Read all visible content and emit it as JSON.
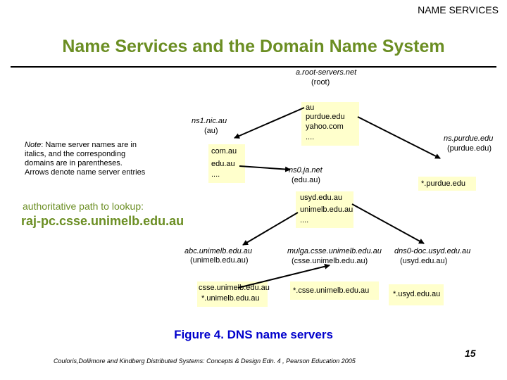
{
  "header": {
    "label": "NAME SERVICES"
  },
  "title": "Name Services and the Domain Name System",
  "note": {
    "prefix": "Note",
    "line1": ": Name server names are in",
    "line2": "italics, and the corresponding",
    "line3": "domains are in parentheses.",
    "line4": "Arrows denote name server entries"
  },
  "lookup": {
    "label": "authoritative path to lookup:",
    "value": "raj-pc.csse.unimelb.edu.au"
  },
  "servers": {
    "root": {
      "name": "a.root-servers.net",
      "domain": "(root)",
      "entries": [
        "au",
        "purdue.edu",
        "yahoo.com",
        "...."
      ]
    },
    "nic": {
      "name": "ns1.nic.au",
      "domain": "(au)",
      "entries": [
        "com.au",
        "edu.au",
        "...."
      ]
    },
    "purdue": {
      "name": "ns.purdue.edu",
      "domain": "(purdue.edu)",
      "entries": [
        "*.purdue.edu"
      ]
    },
    "ja": {
      "name": "ns0.ja.net",
      "domain": "(edu.au)",
      "entries": [
        "usyd.edu.au",
        "unimelb.edu.au",
        "...."
      ]
    },
    "unimelb": {
      "name": "abc.unimelb.edu.au",
      "domain": "(unimelb.edu.au)",
      "entries": [
        "csse.unimelb.edu.au",
        "*.unimelb.edu.au"
      ]
    },
    "mulga": {
      "name": "mulga.csse.unimelb.edu.au",
      "domain": "(csse.unimelb.edu.au)",
      "entries": [
        "*.csse.unimelb.edu.au"
      ]
    },
    "usyd": {
      "name": "dns0-doc.usyd.edu.au",
      "domain": "(usyd.edu.au)",
      "entries": [
        "*.usyd.edu.au"
      ]
    }
  },
  "caption": "Figure 4. DNS name servers",
  "citation": "Couloris,Dollimore and Kindberg  Distributed Systems: Concepts & Design  Edn. 4 , Pearson Education 2005",
  "page_number": "15",
  "colors": {
    "title": "#6b8e23",
    "caption": "#0000cc",
    "box_fill": "#ffffcc"
  }
}
